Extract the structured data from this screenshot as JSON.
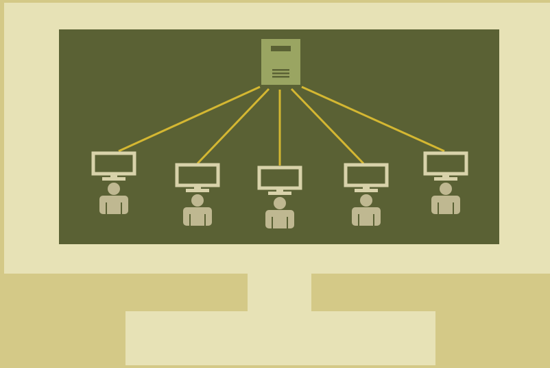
{
  "colors": {
    "background": "#d4c987",
    "monitor_frame": "#e7e2b6",
    "screen": "#5a6134",
    "server": "#9aa562",
    "server_detail": "#5a6134",
    "connection_line": "#d4b732",
    "client_monitor": "#d8d2aa",
    "client_user": "#bfb891"
  },
  "icons": {
    "server": "server-icon",
    "client_computer": "desktop-computer-icon",
    "user": "user-icon"
  },
  "clients": [
    {
      "id": "client-1"
    },
    {
      "id": "client-2"
    },
    {
      "id": "client-3"
    },
    {
      "id": "client-4"
    },
    {
      "id": "client-5"
    }
  ]
}
